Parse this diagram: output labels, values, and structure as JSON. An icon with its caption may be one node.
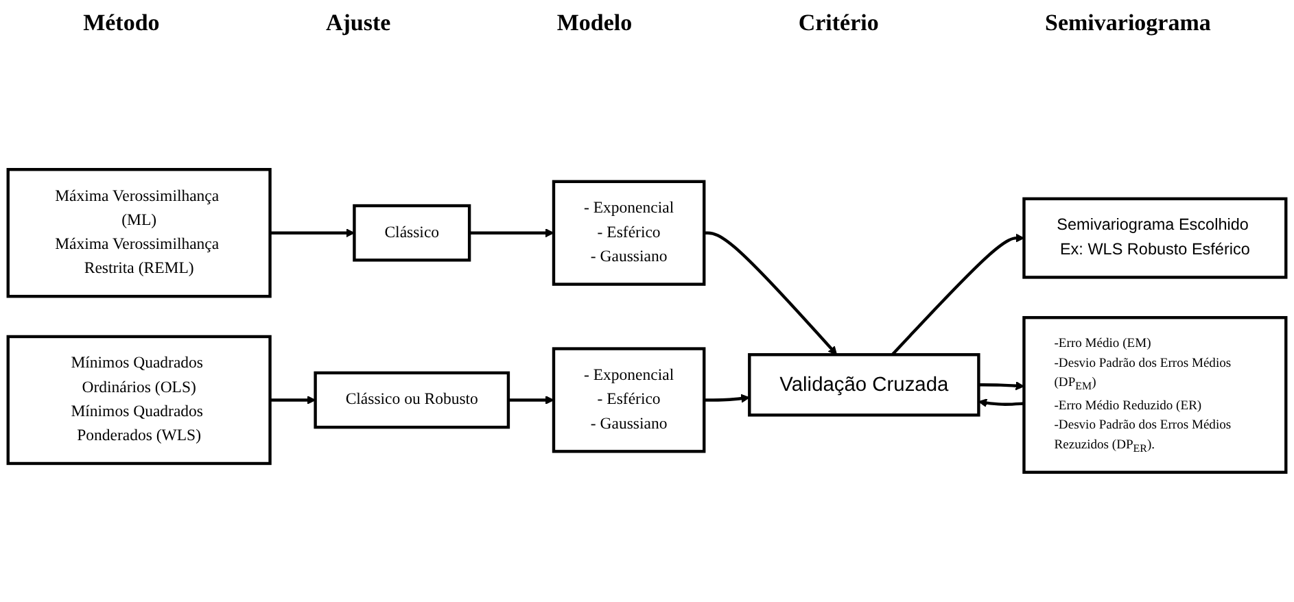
{
  "diagram": {
    "nodes": [
      {
        "text": [
          "Máxima Verossimilhança (ML)",
          "Máxima Verossimilhança Restrita (REML)"
        ]
      },
      {
        "text": [
          "Clássico"
        ]
      },
      {
        "text": [
          "- Exponencial",
          "- Esférico",
          "- Gaussiano"
        ]
      },
      {
        "text": [
          "Validação Cruzada"
        ]
      },
      {
        "text": [
          "Semivariograma Escolhido Ex: WLS Robusto Esférico"
        ]
      },
      {
        "text": [
          "Mínimos Quadrados Ordinários (OLS)",
          "Mínimos Quadrados Ponderados (WLS)"
        ]
      },
      {
        "text": [
          "Clássico ou Robusto"
        ]
      },
      {
        "text": [
          "- Exponencial",
          "- Esférico",
          "- Gaussiano"
        ]
      },
      {
        "text": [
          "-Erro Médio (EM)",
          "-Desvio Padrão dos Erros Médios (DP$_{EM}$)",
          "-Erro Médio Reduzido (ER)",
          "-Desvio Padrão dos Erros Médios Rezuzidos (DP$_{ER}$)."
        ]
      }
    ],
    "edges": [
      {
        "from": 0,
        "to": 1,
        "arrow": "to"
      },
      {
        "from": 1,
        "to": 2,
        "arrow": "to"
      },
      {
        "from": 2,
        "to": 3,
        "arrow": "to"
      },
      {
        "from": 5,
        "to": 6,
        "arrow": "to"
      },
      {
        "from": 6,
        "to": 7,
        "arrow": "to"
      },
      {
        "from": 7,
        "to": 3,
        "arrow": "to"
      },
      {
        "from": 3,
        "to": 4,
        "arrow": "to"
      },
      {
        "from": 3,
        "to": 8,
        "arrow": "to"
      },
      {
        "from": 8,
        "to": 3,
        "arrow": "to"
      }
    ],
    "labels": [
      "Método",
      "Ajuste",
      "Modelo",
      "Critério",
      "Semivariograma"
    ]
  }
}
